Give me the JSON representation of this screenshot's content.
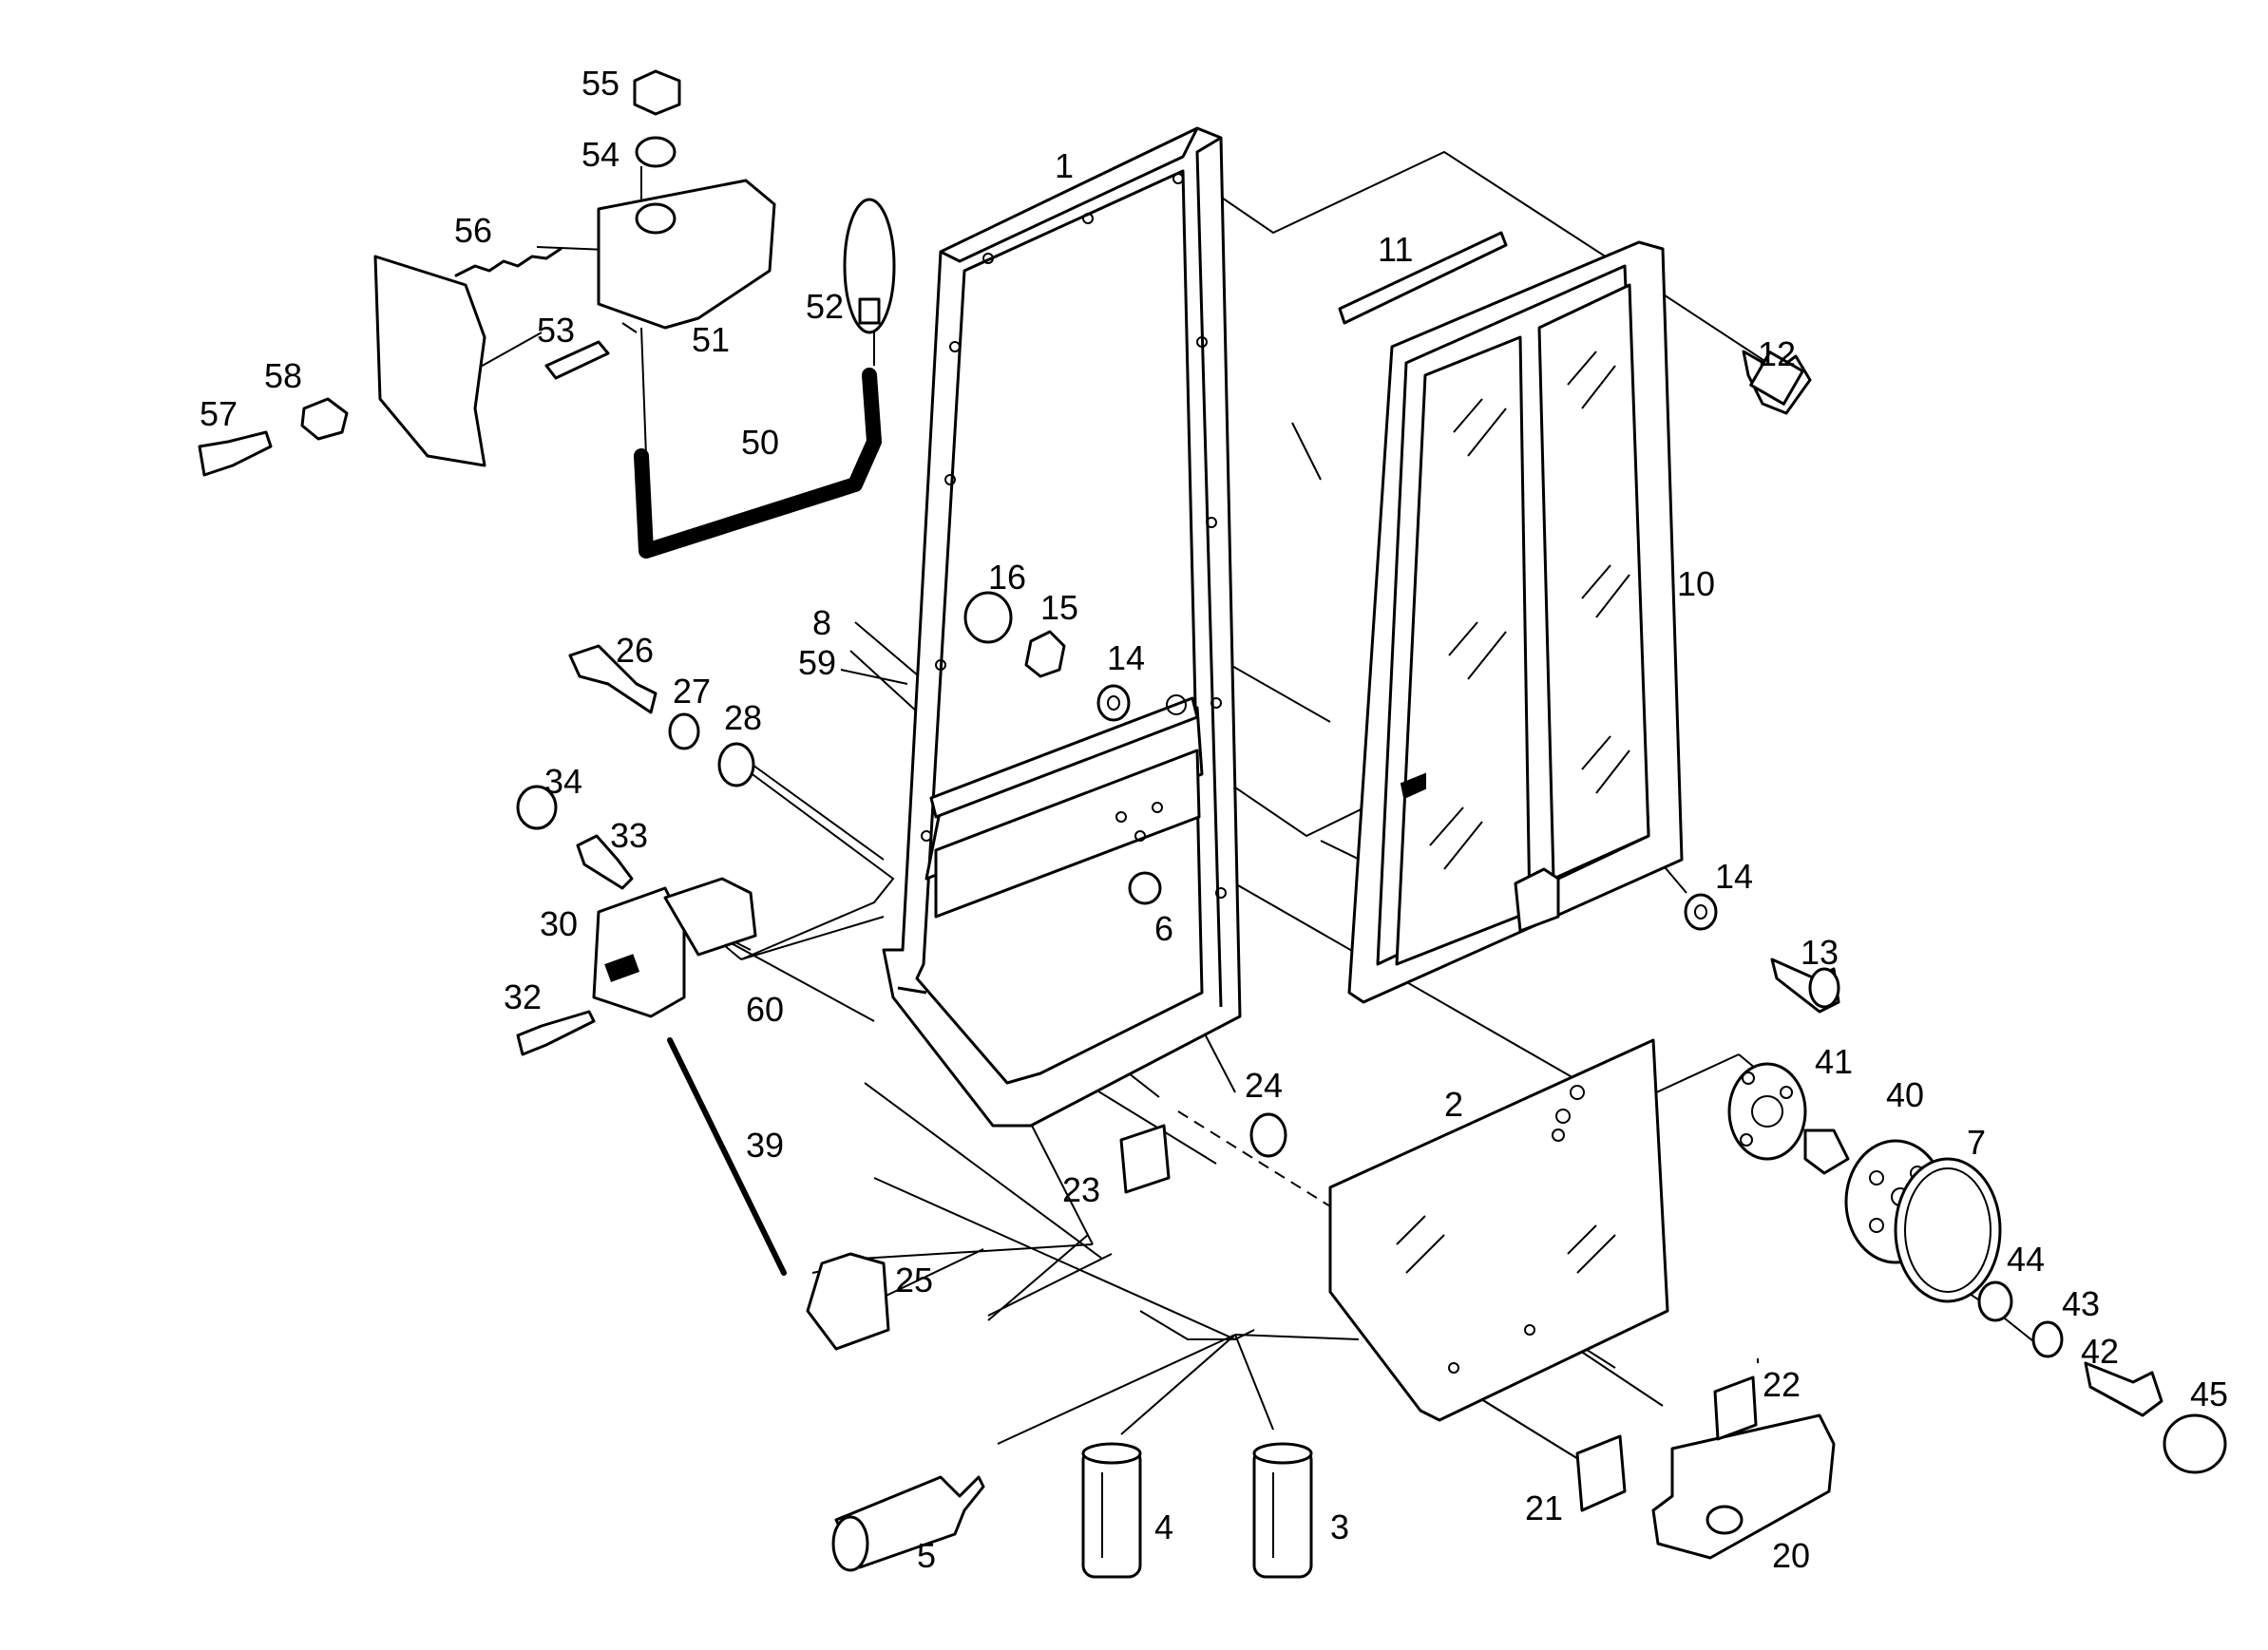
{
  "callouts": [
    {
      "id": "c1",
      "label": "1"
    },
    {
      "id": "c2",
      "label": "2"
    },
    {
      "id": "c3",
      "label": "3"
    },
    {
      "id": "c4",
      "label": "4"
    },
    {
      "id": "c5",
      "label": "5"
    },
    {
      "id": "c6",
      "label": "6"
    },
    {
      "id": "c7",
      "label": "7"
    },
    {
      "id": "c8",
      "label": "8"
    },
    {
      "id": "c59",
      "label": "59"
    },
    {
      "id": "c10",
      "label": "10"
    },
    {
      "id": "c11",
      "label": "11"
    },
    {
      "id": "c12",
      "label": "12"
    },
    {
      "id": "c13",
      "label": "13"
    },
    {
      "id": "c14a",
      "label": "14"
    },
    {
      "id": "c14b",
      "label": "14"
    },
    {
      "id": "c15",
      "label": "15"
    },
    {
      "id": "c16",
      "label": "16"
    },
    {
      "id": "c20",
      "label": "20"
    },
    {
      "id": "c21",
      "label": "21"
    },
    {
      "id": "c22",
      "label": "22"
    },
    {
      "id": "c23",
      "label": "23"
    },
    {
      "id": "c24",
      "label": "24"
    },
    {
      "id": "c25",
      "label": "25"
    },
    {
      "id": "c26",
      "label": "26"
    },
    {
      "id": "c27",
      "label": "27"
    },
    {
      "id": "c28",
      "label": "28"
    },
    {
      "id": "c30",
      "label": "30"
    },
    {
      "id": "c32",
      "label": "32"
    },
    {
      "id": "c33",
      "label": "33"
    },
    {
      "id": "c34",
      "label": "34"
    },
    {
      "id": "c39",
      "label": "39"
    },
    {
      "id": "c40",
      "label": "40"
    },
    {
      "id": "c41",
      "label": "41"
    },
    {
      "id": "c42",
      "label": "42"
    },
    {
      "id": "c43",
      "label": "43"
    },
    {
      "id": "c44",
      "label": "44"
    },
    {
      "id": "c45",
      "label": "45"
    },
    {
      "id": "c50",
      "label": "50"
    },
    {
      "id": "c51",
      "label": "51"
    },
    {
      "id": "c52",
      "label": "52"
    },
    {
      "id": "c53",
      "label": "53"
    },
    {
      "id": "c54",
      "label": "54"
    },
    {
      "id": "c55",
      "label": "55"
    },
    {
      "id": "c56",
      "label": "56"
    },
    {
      "id": "c57",
      "label": "57"
    },
    {
      "id": "c58",
      "label": "58"
    },
    {
      "id": "c60",
      "label": "60"
    }
  ]
}
